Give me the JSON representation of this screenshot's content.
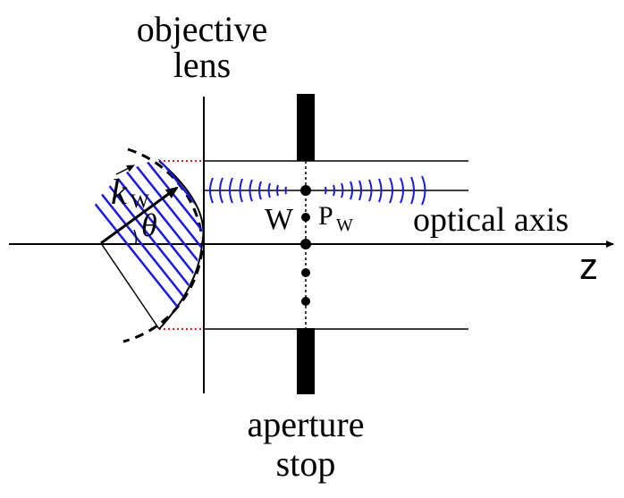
{
  "labels": {
    "objective_lens_line1": "objective",
    "objective_lens_line2": "lens",
    "aperture_stop_line1": "aperture",
    "aperture_stop_line2": "stop",
    "optical_axis": "optical axis",
    "z_axis": "z",
    "w_point": "W",
    "pw_main": "P",
    "pw_sub": "W",
    "k_main": "k",
    "k_sub": "W",
    "theta": "θ"
  },
  "colors": {
    "ink": "#000000",
    "wave": "#1a1adb",
    "aperture_boundary": "#e0201c"
  }
}
